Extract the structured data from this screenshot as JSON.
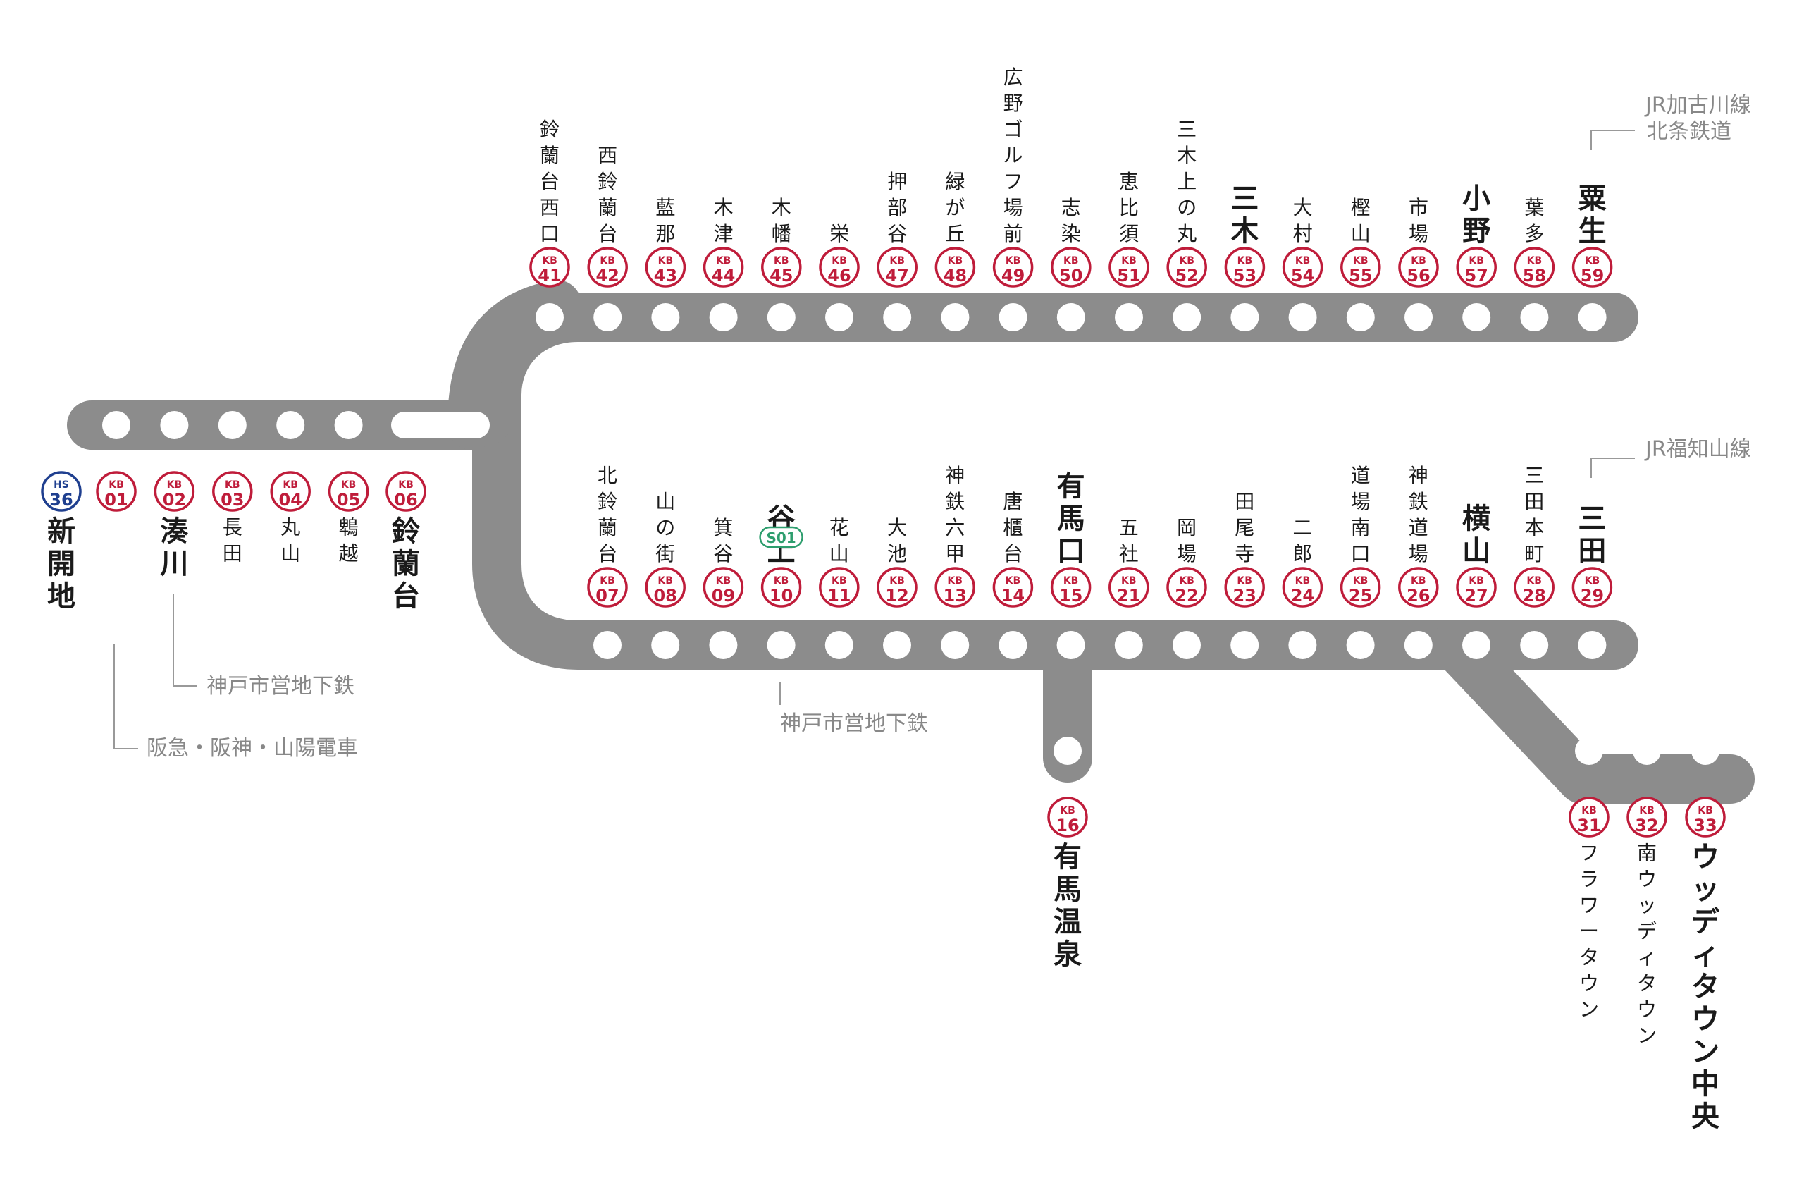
{
  "title": "",
  "colors": {
    "line": "#8c8c8c",
    "station_dot": "#ffffff",
    "badge_kobe_dentetsu": "#bf1c3a",
    "badge_hanshin": "#1f3f8f",
    "subway_badge": "#2e9e6e",
    "connection_text": "#888888",
    "station_name": "#1a1a1a"
  },
  "stations": [
    {
      "code_line": "HS",
      "code_num": "36",
      "name": "新開地",
      "major": true
    },
    {
      "code_line": "KB",
      "code_num": "01",
      "name": "",
      "major": false
    },
    {
      "code_line": "KB",
      "code_num": "02",
      "name": "湊川",
      "major": true
    },
    {
      "code_line": "KB",
      "code_num": "03",
      "name": "長田",
      "major": false
    },
    {
      "code_line": "KB",
      "code_num": "04",
      "name": "丸山",
      "major": false
    },
    {
      "code_line": "KB",
      "code_num": "05",
      "name": "鵯越",
      "major": false
    },
    {
      "code_line": "KB",
      "code_num": "06",
      "name": "鈴蘭台",
      "major": true
    },
    {
      "code_line": "KB",
      "code_num": "07",
      "name": "北鈴蘭台",
      "major": false
    },
    {
      "code_line": "KB",
      "code_num": "08",
      "name": "山の街",
      "major": false
    },
    {
      "code_line": "KB",
      "code_num": "09",
      "name": "箕谷",
      "major": false
    },
    {
      "code_line": "KB",
      "code_num": "10",
      "name": "谷上",
      "major": true
    },
    {
      "code_line": "KB",
      "code_num": "11",
      "name": "花山",
      "major": false
    },
    {
      "code_line": "KB",
      "code_num": "12",
      "name": "大池",
      "major": false
    },
    {
      "code_line": "KB",
      "code_num": "13",
      "name": "神鉄六甲",
      "major": false
    },
    {
      "code_line": "KB",
      "code_num": "14",
      "name": "唐櫃台",
      "major": false
    },
    {
      "code_line": "KB",
      "code_num": "15",
      "name": "有馬口",
      "major": true
    },
    {
      "code_line": "KB",
      "code_num": "16",
      "name": "有馬温泉",
      "major": true
    },
    {
      "code_line": "KB",
      "code_num": "21",
      "name": "五社",
      "major": false
    },
    {
      "code_line": "KB",
      "code_num": "22",
      "name": "岡場",
      "major": false
    },
    {
      "code_line": "KB",
      "code_num": "23",
      "name": "田尾寺",
      "major": false
    },
    {
      "code_line": "KB",
      "code_num": "24",
      "name": "二郎",
      "major": false
    },
    {
      "code_line": "KB",
      "code_num": "25",
      "name": "道場南口",
      "major": false
    },
    {
      "code_line": "KB",
      "code_num": "26",
      "name": "神鉄道場",
      "major": false
    },
    {
      "code_line": "KB",
      "code_num": "27",
      "name": "横山",
      "major": true
    },
    {
      "code_line": "KB",
      "code_num": "28",
      "name": "三田本町",
      "major": false
    },
    {
      "code_line": "KB",
      "code_num": "29",
      "name": "三田",
      "major": true
    },
    {
      "code_line": "KB",
      "code_num": "31",
      "name": "フラワータウン",
      "major": false
    },
    {
      "code_line": "KB",
      "code_num": "32",
      "name": "南ウッディタウン",
      "major": false
    },
    {
      "code_line": "KB",
      "code_num": "33",
      "name": "ウッディタウン中央",
      "major": true
    },
    {
      "code_line": "KB",
      "code_num": "41",
      "name": "鈴蘭台西口",
      "major": false
    },
    {
      "code_line": "KB",
      "code_num": "42",
      "name": "西鈴蘭台",
      "major": false
    },
    {
      "code_line": "KB",
      "code_num": "43",
      "name": "藍那",
      "major": false
    },
    {
      "code_line": "KB",
      "code_num": "44",
      "name": "木津",
      "major": false
    },
    {
      "code_line": "KB",
      "code_num": "45",
      "name": "木幡",
      "major": false
    },
    {
      "code_line": "KB",
      "code_num": "46",
      "name": "栄",
      "major": false
    },
    {
      "code_line": "KB",
      "code_num": "47",
      "name": "押部谷",
      "major": false
    },
    {
      "code_line": "KB",
      "code_num": "48",
      "name": "緑が丘",
      "major": false
    },
    {
      "code_line": "KB",
      "code_num": "49",
      "name": "広野ゴルフ場前",
      "major": false
    },
    {
      "code_line": "KB",
      "code_num": "50",
      "name": "志染",
      "major": false
    },
    {
      "code_line": "KB",
      "code_num": "51",
      "name": "恵比須",
      "major": false
    },
    {
      "code_line": "KB",
      "code_num": "52",
      "name": "三木上の丸",
      "major": false
    },
    {
      "code_line": "KB",
      "code_num": "53",
      "name": "三木",
      "major": true
    },
    {
      "code_line": "KB",
      "code_num": "54",
      "name": "大村",
      "major": false
    },
    {
      "code_line": "KB",
      "code_num": "55",
      "name": "樫山",
      "major": false
    },
    {
      "code_line": "KB",
      "code_num": "56",
      "name": "市場",
      "major": false
    },
    {
      "code_line": "KB",
      "code_num": "57",
      "name": "小野",
      "major": true
    },
    {
      "code_line": "KB",
      "code_num": "58",
      "name": "葉多",
      "major": false
    },
    {
      "code_line": "KB",
      "code_num": "59",
      "name": "粟生",
      "major": true
    }
  ],
  "subway_code": "S01",
  "connections": [
    {
      "text": "JR加古川線"
    },
    {
      "text": "北条鉄道"
    },
    {
      "text": "JR福知山線"
    },
    {
      "text": "神戸市営地下鉄"
    },
    {
      "text": "神戸市営地下鉄"
    },
    {
      "text": "阪急・阪神・山陽電車"
    }
  ]
}
